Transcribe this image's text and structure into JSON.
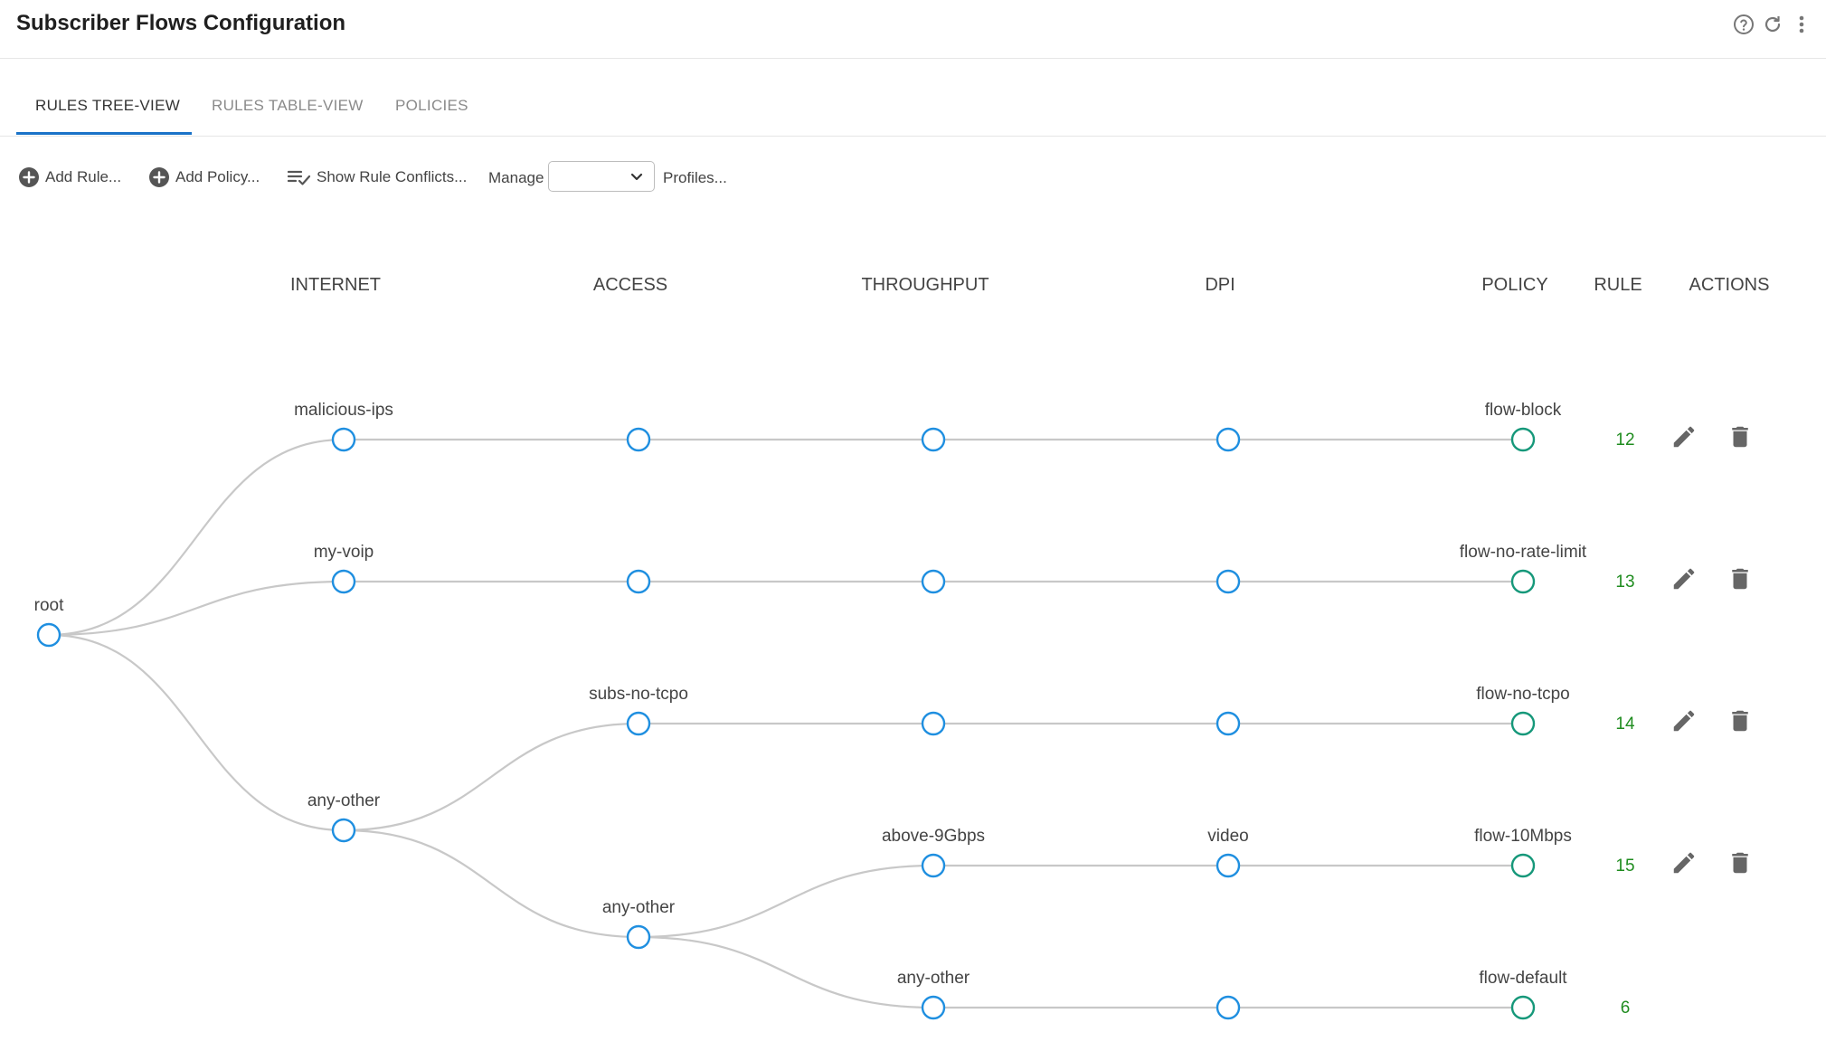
{
  "header": {
    "title": "Subscriber Flows Configuration"
  },
  "tabs": [
    {
      "label": "RULES TREE-VIEW",
      "active": true
    },
    {
      "label": "RULES TABLE-VIEW",
      "active": false
    },
    {
      "label": "POLICIES",
      "active": false
    }
  ],
  "toolbar": {
    "add_rule": "Add Rule...",
    "add_policy": "Add Policy...",
    "show_conflicts": "Show Rule Conflicts...",
    "manage": "Manage",
    "profiles": "Profiles..."
  },
  "columns": [
    "INTERNET",
    "ACCESS",
    "THROUGHPUT",
    "DPI",
    "POLICY",
    "RULE",
    "ACTIONS"
  ],
  "colors": {
    "node_stroke": "#1f8fe0",
    "policy_node_stroke": "#16987a",
    "edge": "#c8c8c8",
    "rule_number": "#1f8c1f",
    "tab_accent": "#1a73c8"
  },
  "tree": {
    "root": "root",
    "rows": [
      {
        "internet": "malicious-ips",
        "access": "",
        "throughput": "",
        "dpi": "",
        "policy": "flow-block",
        "rule": "12",
        "actions": true
      },
      {
        "internet": "my-voip",
        "access": "",
        "throughput": "",
        "dpi": "",
        "policy": "flow-no-rate-limit",
        "rule": "13",
        "actions": true
      },
      {
        "internet": "",
        "access": "subs-no-tcpo",
        "throughput": "",
        "dpi": "",
        "policy": "flow-no-tcpo",
        "rule": "14",
        "actions": true
      },
      {
        "internet": "",
        "access": "",
        "throughput": "above-9Gbps",
        "dpi": "video",
        "policy": "flow-10Mbps",
        "rule": "15",
        "actions": true
      },
      {
        "internet": "",
        "access": "",
        "throughput": "any-other",
        "dpi": "",
        "policy": "flow-default",
        "rule": "6",
        "actions": false
      }
    ],
    "branch_nodes": [
      {
        "name": "any-other",
        "column": "internet"
      },
      {
        "name": "any-other",
        "column": "access"
      }
    ]
  },
  "icons": {
    "help": "help-circle-icon",
    "refresh": "refresh-icon",
    "more": "more-vertical-icon",
    "add": "plus-circle-icon",
    "conflicts": "playlist-check-icon",
    "dropdown": "chevron-down-icon",
    "edit": "pencil-icon",
    "delete": "trash-icon"
  }
}
